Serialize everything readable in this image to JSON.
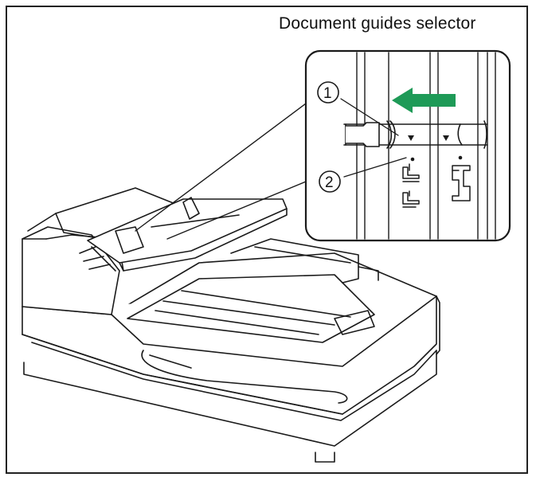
{
  "title": "Document guides selector",
  "callouts": [
    "1",
    "2"
  ],
  "colors": {
    "arrow": "#1e9a57",
    "line": "#1a1a1a",
    "background": "#ffffff"
  },
  "icons": [
    "scanner-illustration",
    "left-arrow-icon",
    "guide-lock-icon",
    "guide-unlock-icon"
  ]
}
